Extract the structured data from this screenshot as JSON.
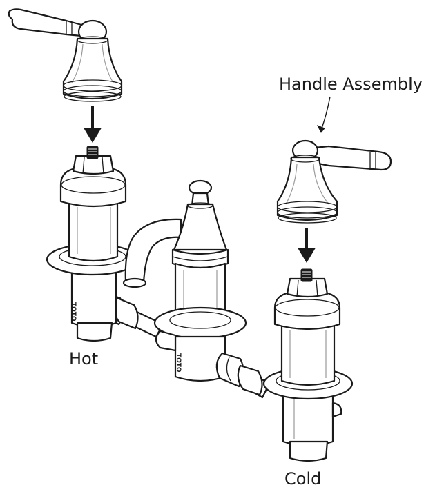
{
  "labels": {
    "handle_assembly": "Handle Assembly",
    "hot": "Hot",
    "cold": "Cold"
  },
  "brand_mark": "TOTO",
  "colors": {
    "line": "#1a1a1a",
    "background": "#ffffff",
    "shading": "#9a9a9a"
  }
}
